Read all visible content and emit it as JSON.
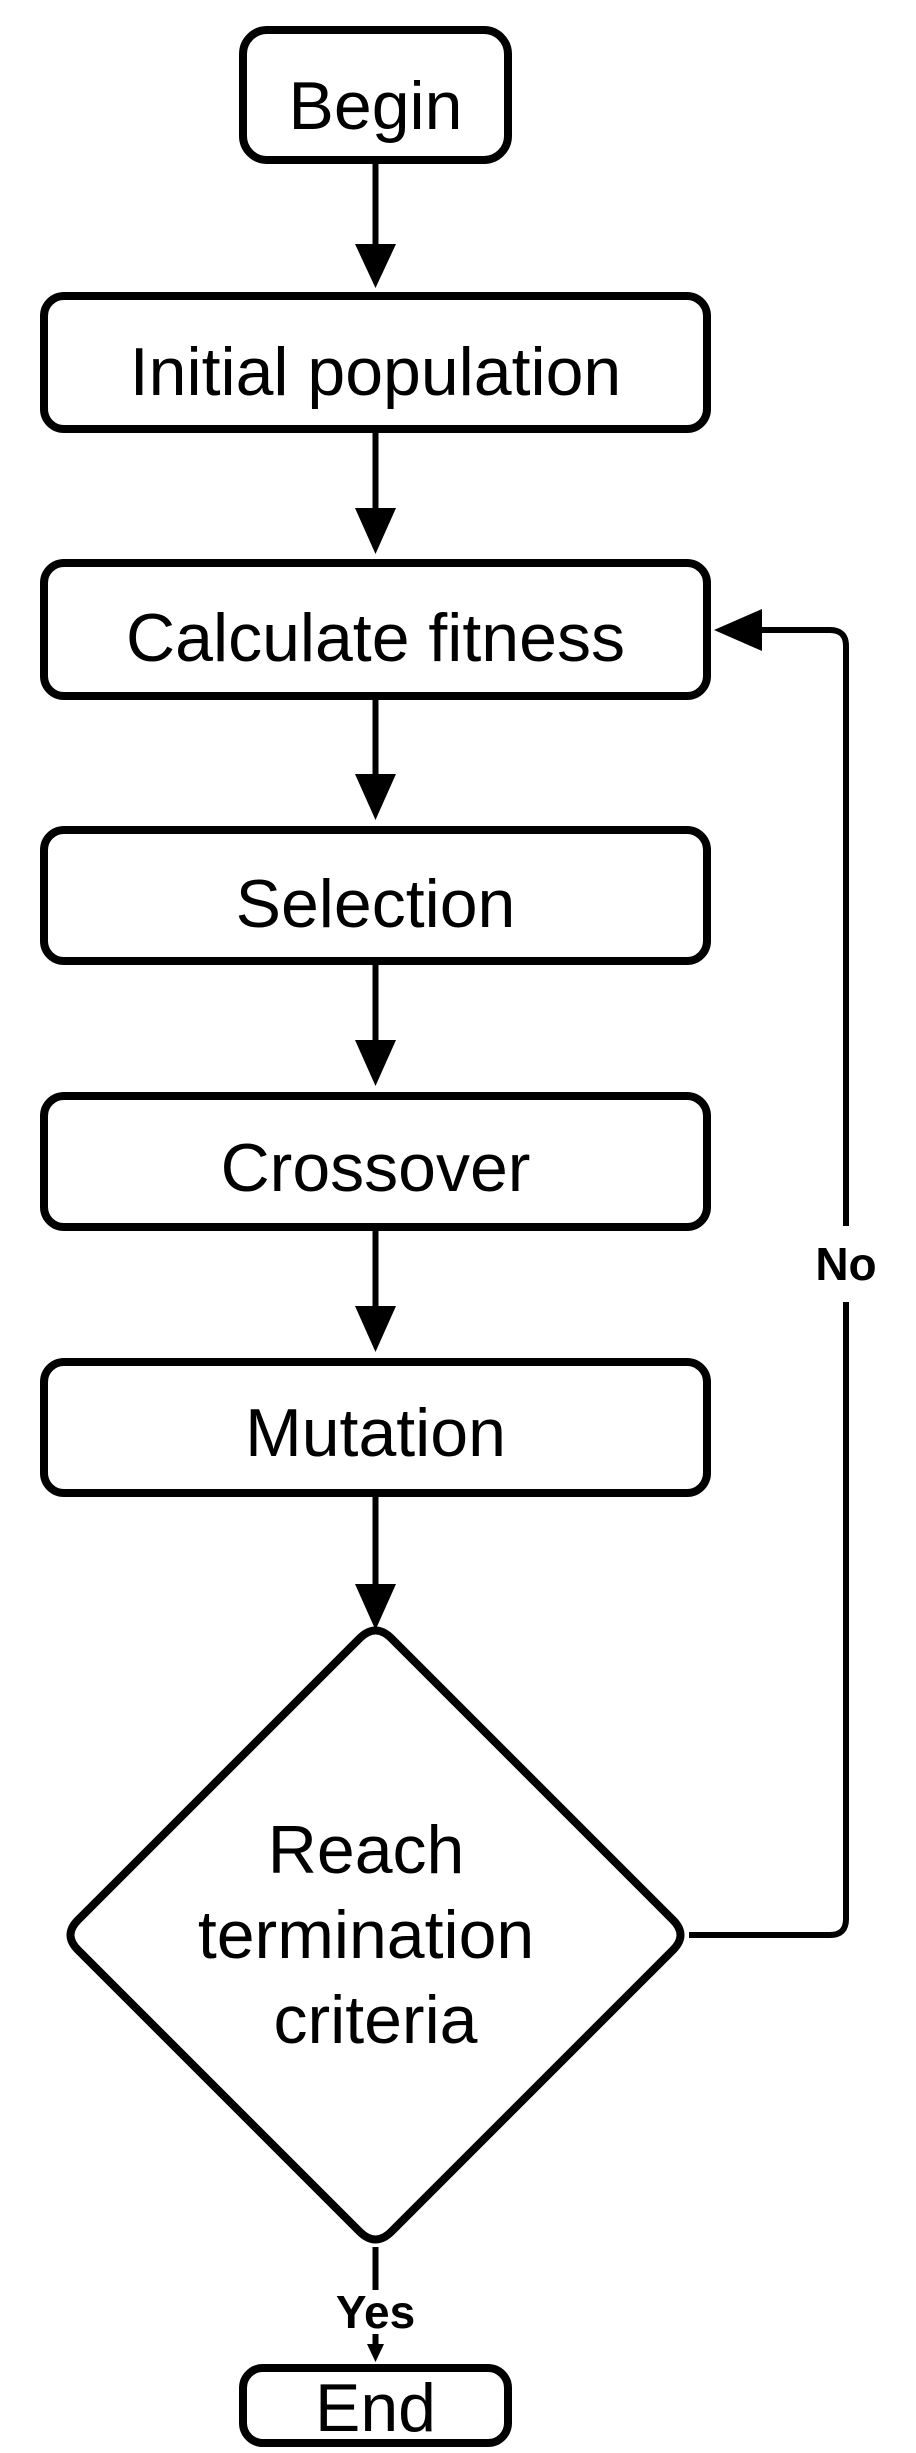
{
  "nodes": {
    "begin": "Begin",
    "initial_population": "Initial population",
    "calculate_fitness": "Calculate fitness",
    "selection": "Selection",
    "crossover": "Crossover",
    "mutation": "Mutation",
    "decision": [
      "Reach",
      "termination",
      "criteria"
    ],
    "end": "End"
  },
  "edges": {
    "no_label": "No",
    "yes_label": "Yes"
  }
}
